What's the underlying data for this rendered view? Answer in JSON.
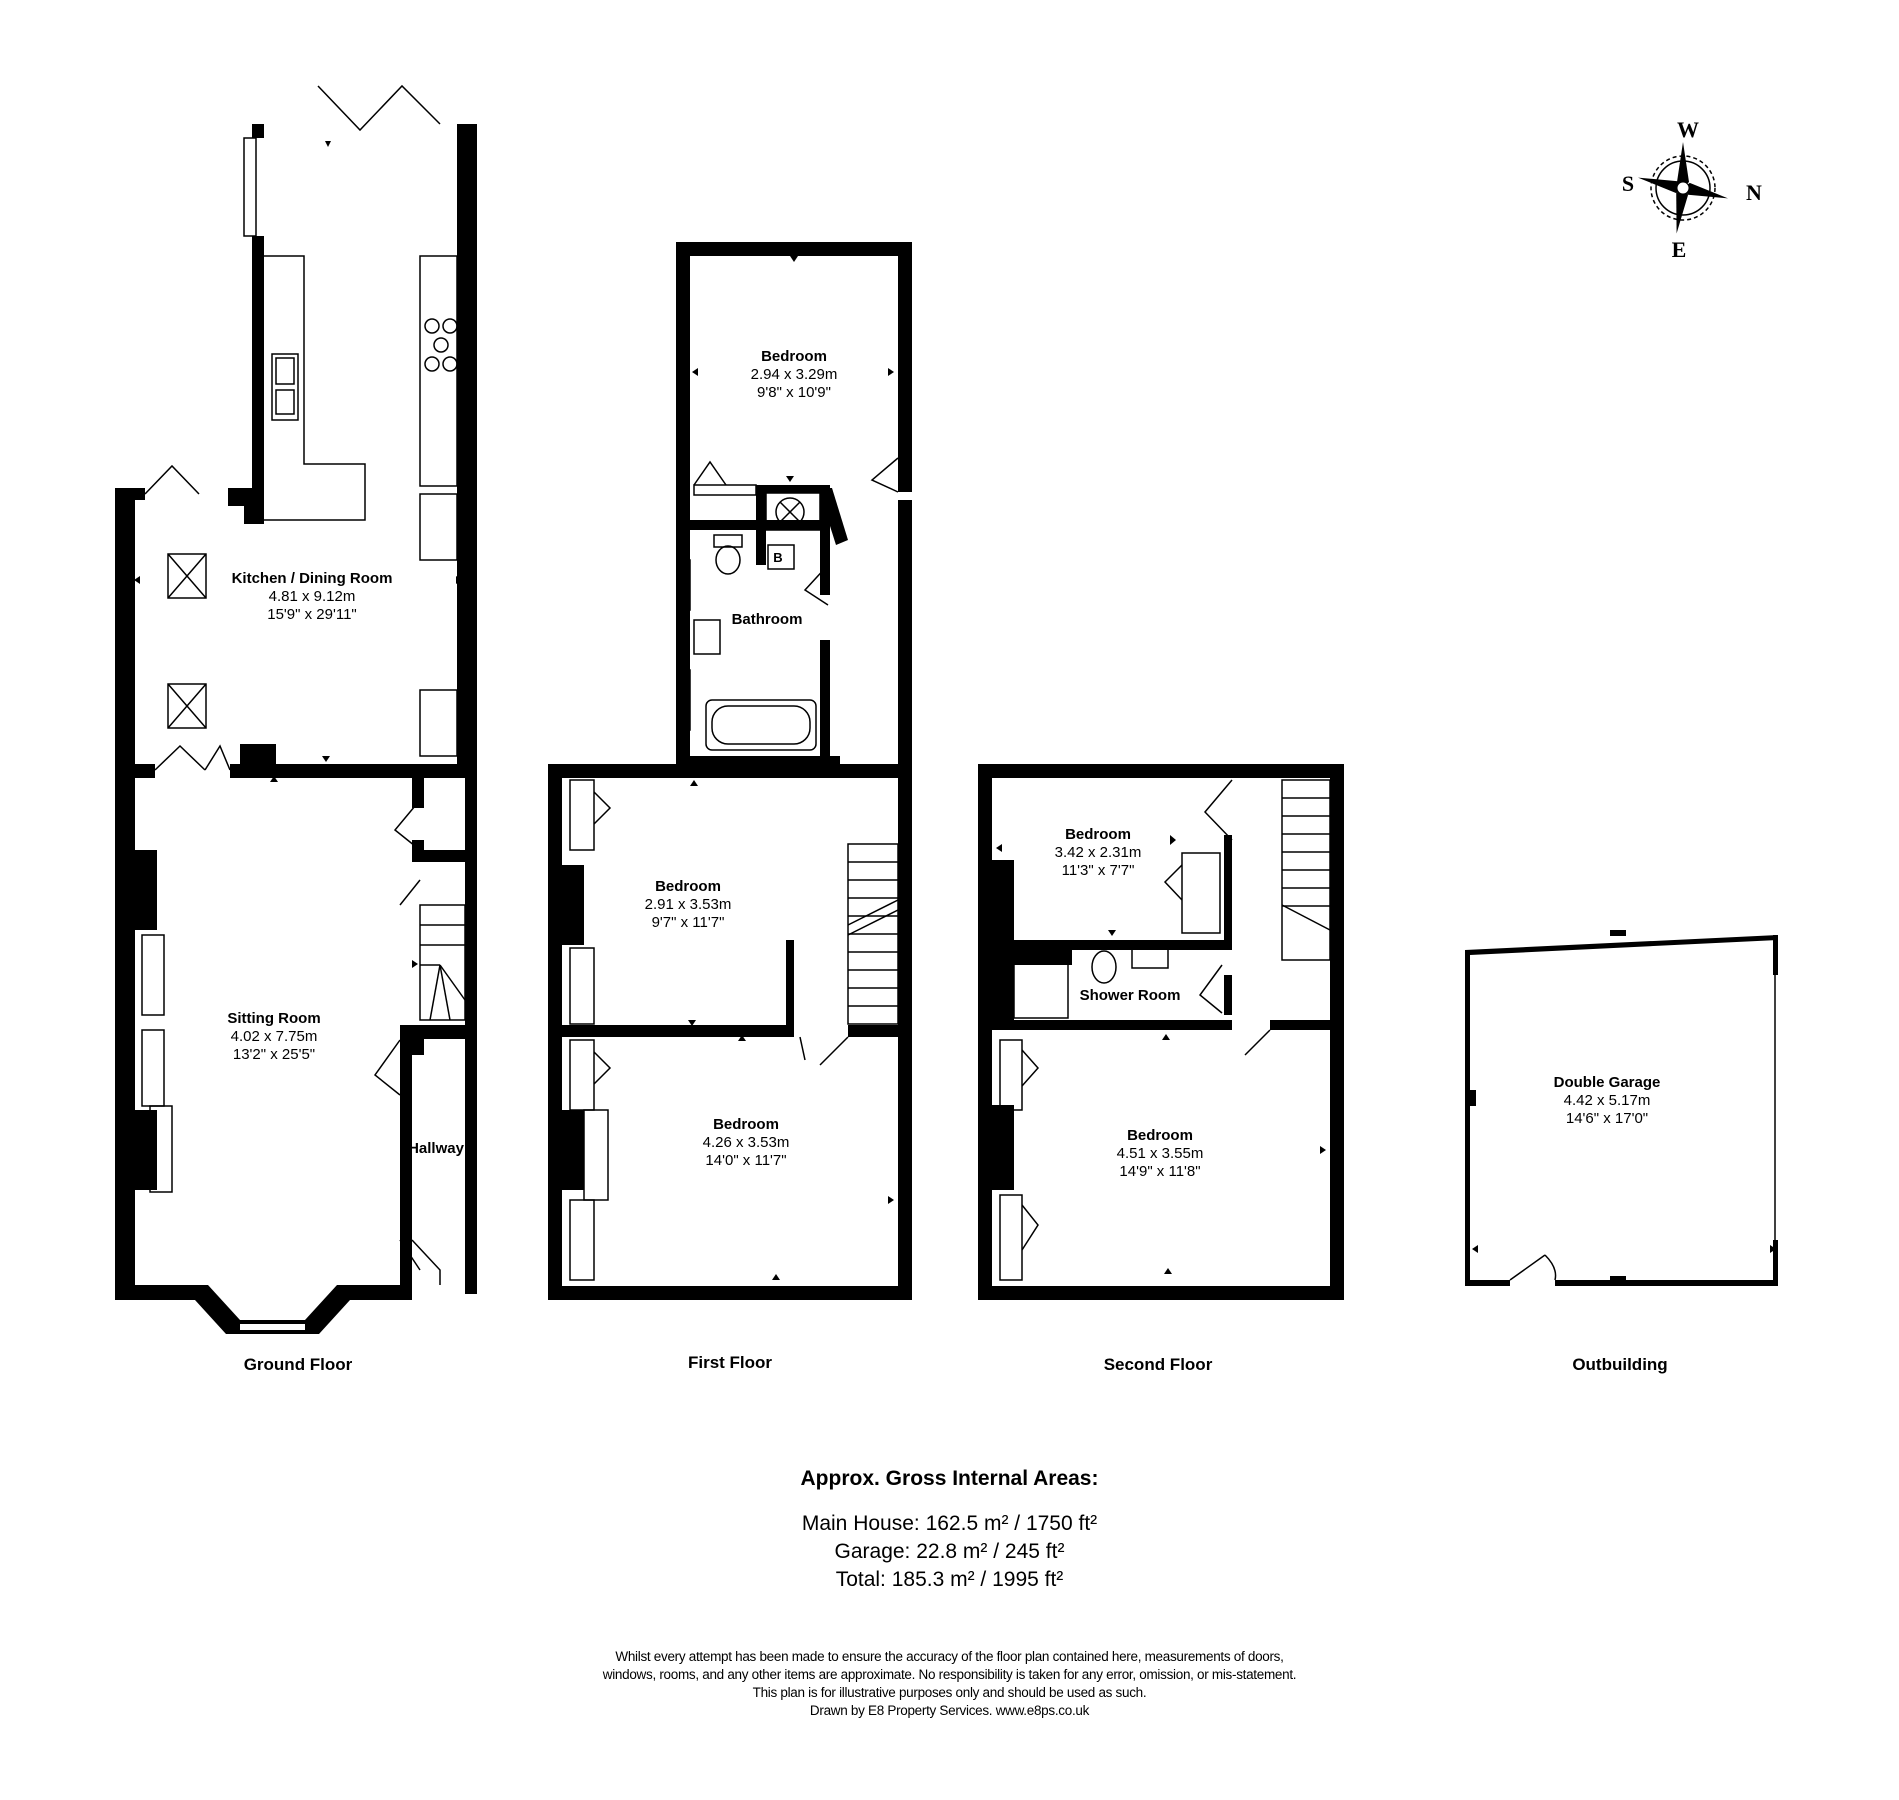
{
  "compass": {
    "top": "W",
    "left": "S",
    "right": "N",
    "bottom": "E"
  },
  "floors": {
    "ground": {
      "label": "Ground Floor",
      "rooms": [
        {
          "name": "Kitchen / Dining Room",
          "metric": "4.81 x 9.12m",
          "imperial": "15'9\" x 29'11\""
        },
        {
          "name": "Sitting Room",
          "metric": "4.02 x 7.75m",
          "imperial": "13'2\" x 25'5\""
        },
        {
          "name": "Hallway"
        }
      ]
    },
    "first": {
      "label": "First Floor",
      "rooms": [
        {
          "name": "Bedroom",
          "metric": "2.94 x 3.29m",
          "imperial": "9'8\" x 10'9\""
        },
        {
          "name": "Bathroom"
        },
        {
          "name": "Bedroom",
          "metric": "2.91 x 3.53m",
          "imperial": "9'7\" x 11'7\""
        },
        {
          "name": "Bedroom",
          "metric": "4.26 x 3.53m",
          "imperial": "14'0\" x 11'7\""
        }
      ],
      "boiler_label": "B"
    },
    "second": {
      "label": "Second Floor",
      "rooms": [
        {
          "name": "Bedroom",
          "metric": "3.42 x 2.31m",
          "imperial": "11'3\" x 7'7\""
        },
        {
          "name": "Shower Room"
        },
        {
          "name": "Bedroom",
          "metric": "4.51 x 3.55m",
          "imperial": "14'9\" x 11'8\""
        }
      ]
    },
    "outbuilding": {
      "label": "Outbuilding",
      "rooms": [
        {
          "name": "Double Garage",
          "metric": "4.42 x 5.17m",
          "imperial": "14'6\" x 17'0\""
        }
      ]
    }
  },
  "areas": {
    "title": "Approx. Gross Internal Areas:",
    "main_house": "Main House: 162.5 m² / 1750 ft²",
    "garage": "Garage: 22.8 m² / 245 ft²",
    "total": "Total: 185.3 m² / 1995 ft²"
  },
  "disclaimer": {
    "line1": "Whilst every attempt has been made to ensure the accuracy of the floor plan contained here, measurements of doors,",
    "line2": "windows, rooms, and any other items are approximate. No responsibility is taken for any error, omission, or mis-statement.",
    "line3": "This plan is for illustrative purposes only and should be used as such.",
    "line4": "Drawn by E8 Property Services. www.e8ps.co.uk"
  }
}
